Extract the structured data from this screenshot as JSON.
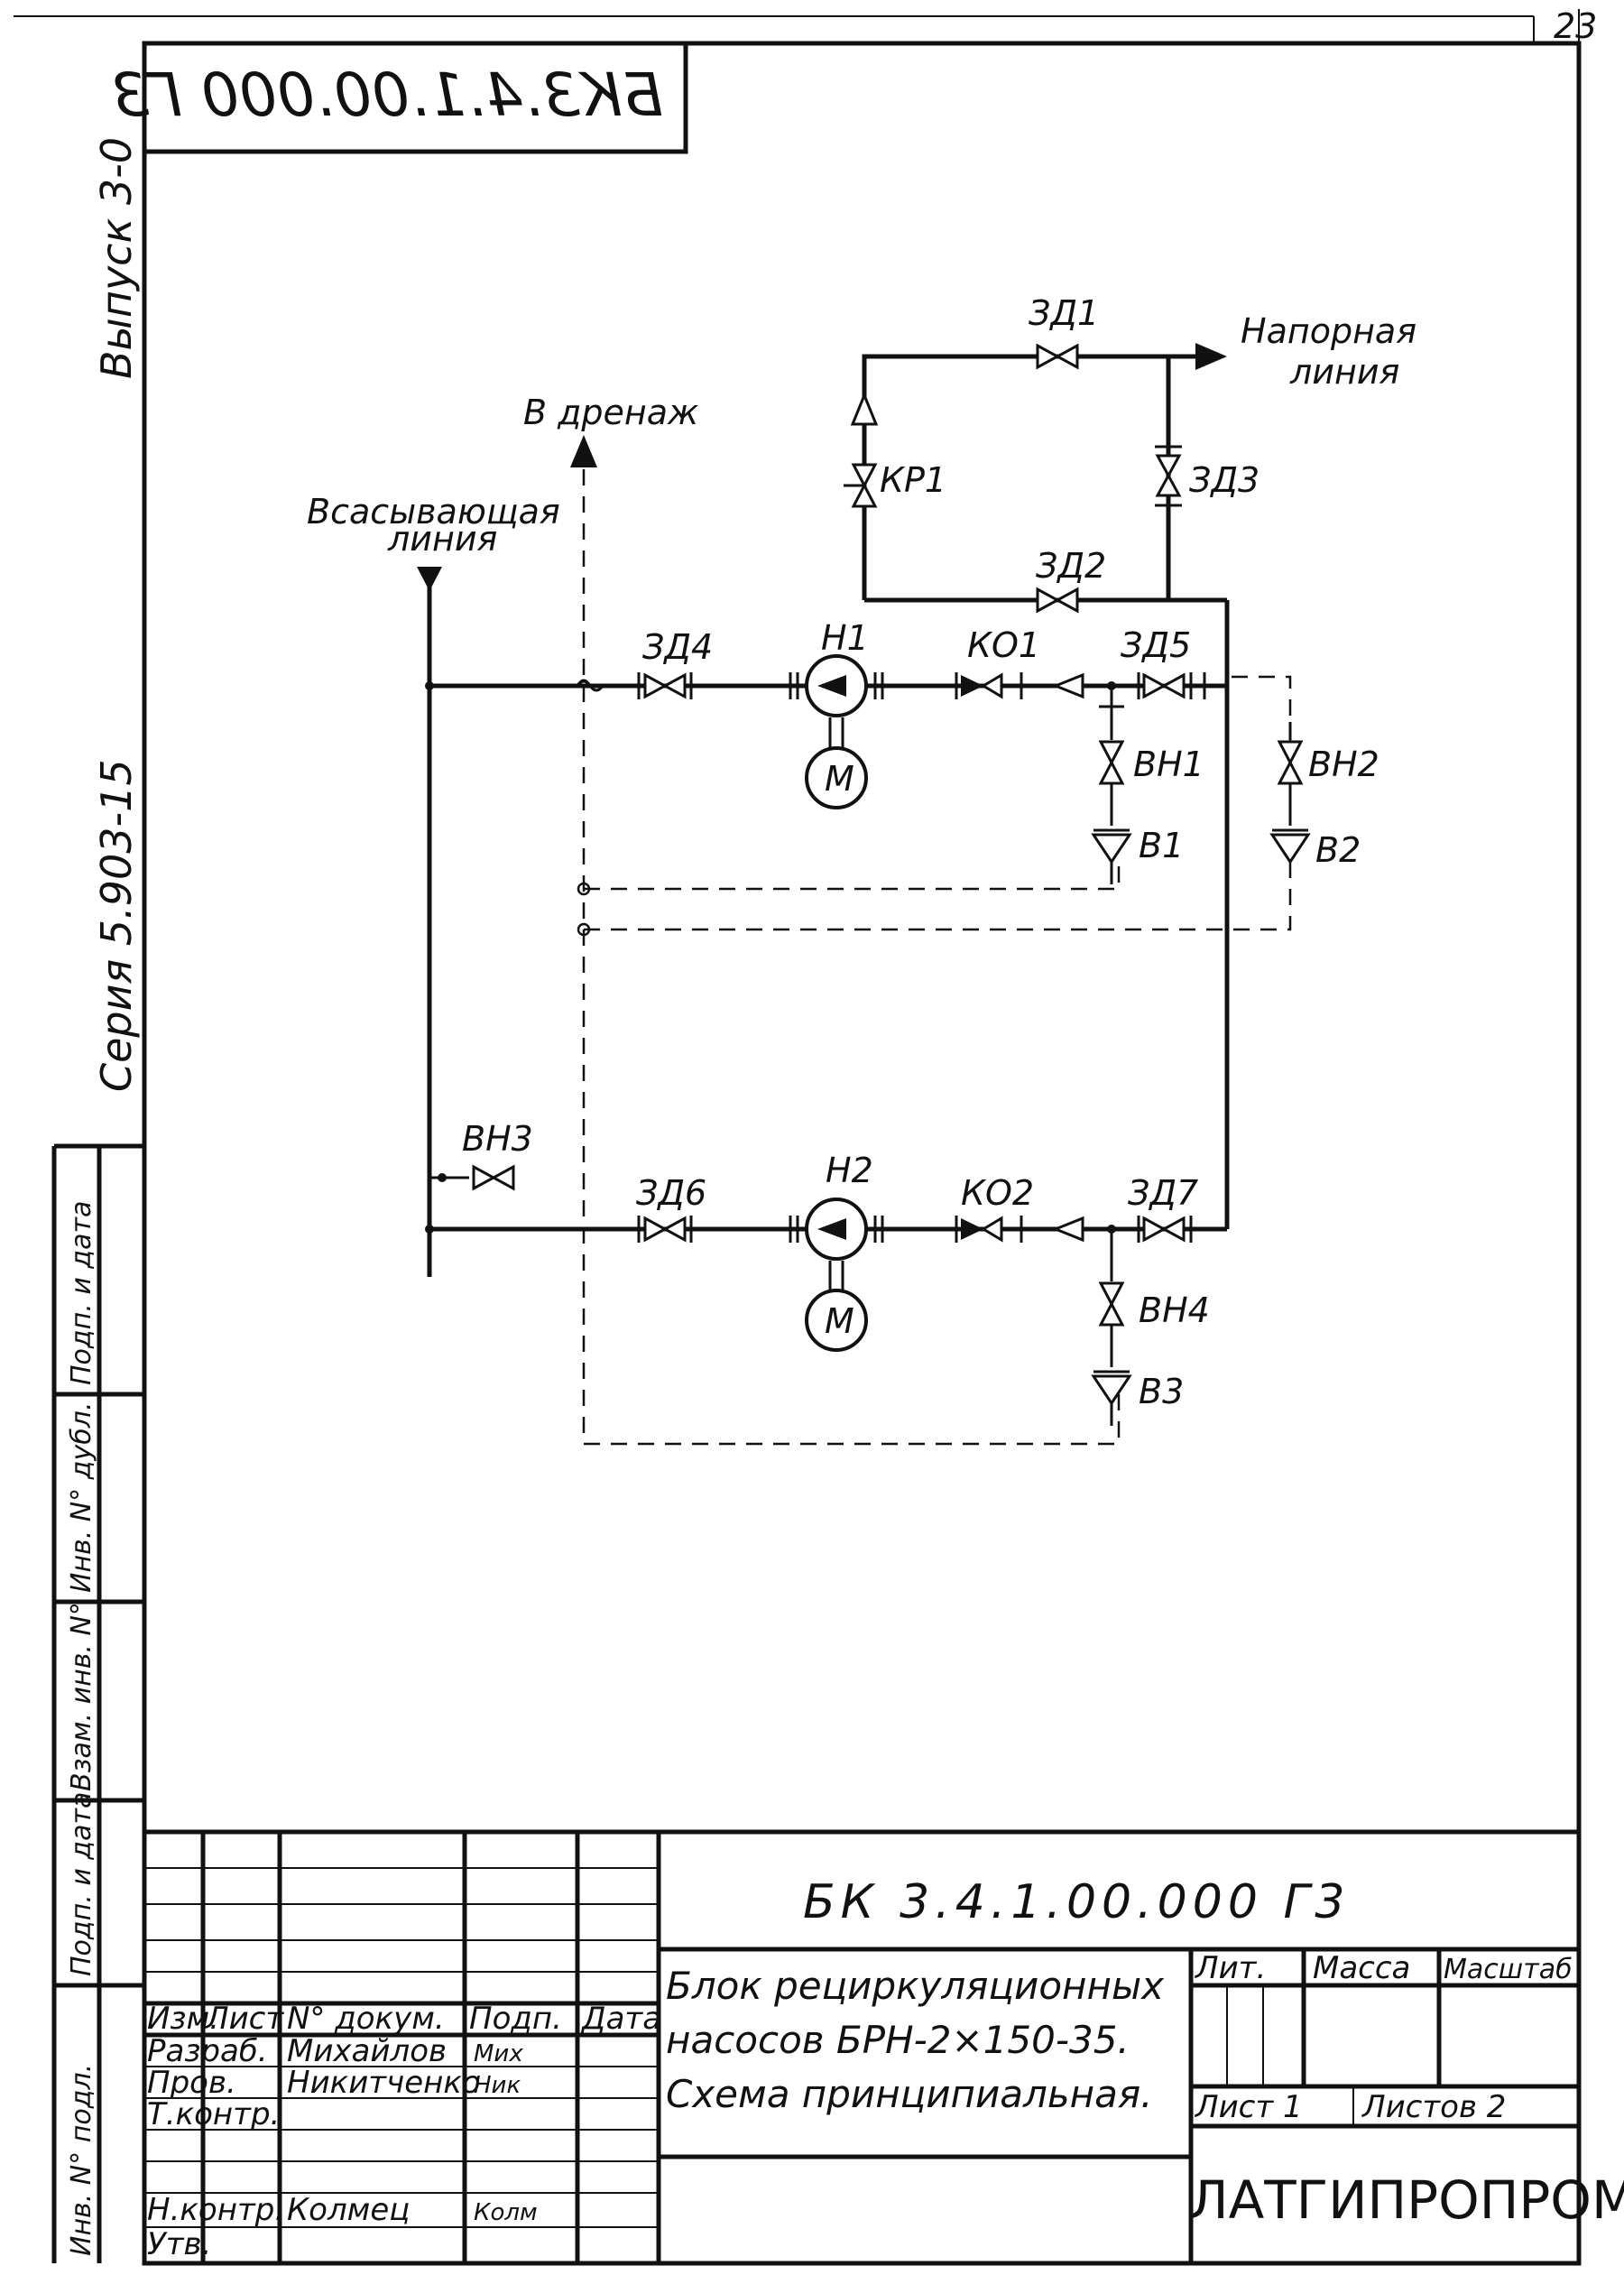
{
  "sheet": {
    "page_number": "23",
    "mirrored_code": "БК3.4.1.00.000 Г3",
    "issue": "Выпуск 3-0",
    "series": "Серия 5.903-15"
  },
  "side_columns": [
    "Инв. N° подл.",
    "Подп. и дата",
    "Взам. инв. N°",
    "Инв. N° дубл.",
    "Подп. и дата"
  ],
  "diagram": {
    "labels": {
      "drain": "В дренаж",
      "suction_1": "Всасывающая",
      "suction_2": "линия",
      "pressure_1": "Напорная",
      "pressure_2": "линия"
    },
    "valves": [
      "ЗД1",
      "ЗД2",
      "ЗД3",
      "ЗД4",
      "ЗД5",
      "ЗД6",
      "ЗД7",
      "КР1",
      "КО1",
      "КО2",
      "ВН1",
      "ВН2",
      "ВН3",
      "ВН4"
    ],
    "pumps": [
      "Н1",
      "Н2"
    ],
    "motors": [
      "М",
      "М"
    ],
    "drains": [
      "В1",
      "В2",
      "В3"
    ]
  },
  "title_block": {
    "doc_code": "БК 3.4.1.00.000 Г3",
    "title_lines": [
      "Блок рециркуляционных",
      "насосов БРН-2×150-35.",
      "Схема принципиальная."
    ],
    "headers": {
      "izm": "Изм.",
      "list": "Лист",
      "doc_no": "N° докум.",
      "sign": "Подп.",
      "date": "Дата",
      "lit": "Лит.",
      "mass": "Масса",
      "scale": "Масштаб"
    },
    "roles": [
      {
        "role": "Разраб.",
        "name": "Михайлов",
        "sign": "Мих"
      },
      {
        "role": "Пров.",
        "name": "Никитченко",
        "sign": "Ник"
      },
      {
        "role": "Т.контр.",
        "name": "",
        "sign": ""
      },
      {
        "role": "",
        "name": "",
        "sign": ""
      },
      {
        "role": "Н.контр.",
        "name": "Колмец",
        "sign": "Колм"
      },
      {
        "role": "Утв.",
        "name": "",
        "sign": ""
      }
    ],
    "sheet_label": "Лист 1",
    "sheets_label": "Листов 2",
    "organization": "ЛАТГИПРОПРОМ"
  }
}
